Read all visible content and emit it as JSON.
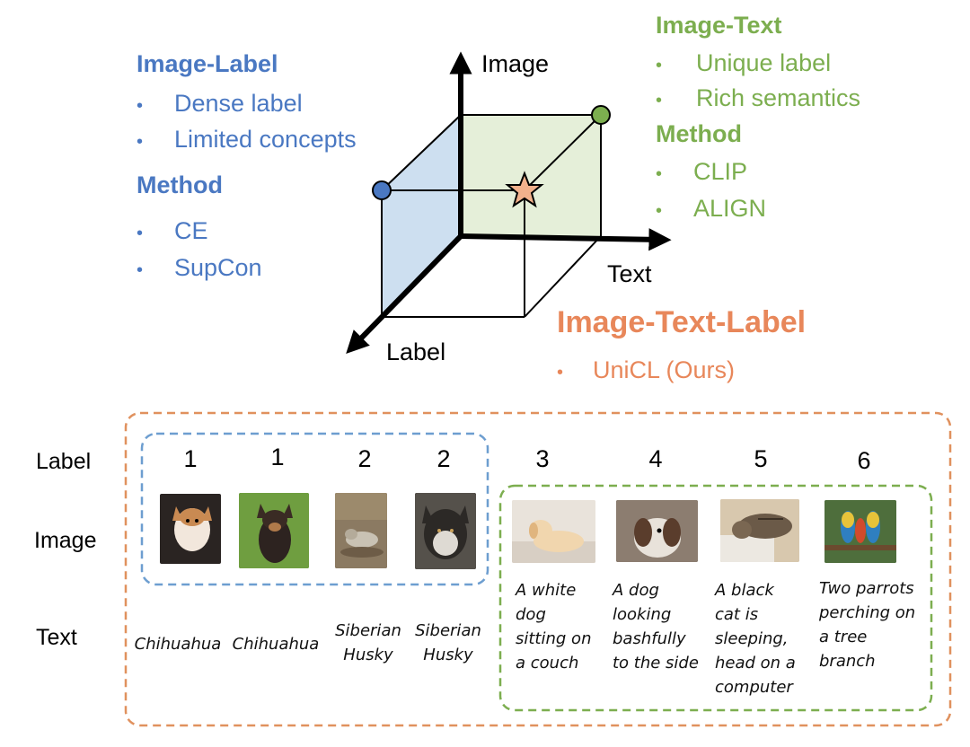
{
  "image_label": {
    "title": "Image-Label",
    "items": [
      "Dense label",
      "Limited concepts"
    ],
    "method_title": "Method",
    "methods": [
      "CE",
      "SupCon"
    ]
  },
  "image_text": {
    "title": "Image-Text",
    "items": [
      "Unique label",
      "Rich semantics"
    ],
    "method_title": "Method",
    "methods": [
      "CLIP",
      "ALIGN"
    ]
  },
  "image_text_label": {
    "title": "Image-Text-Label",
    "items": [
      "UniCL (Ours)"
    ]
  },
  "axes": {
    "image": "Image",
    "text": "Text",
    "label": "Label"
  },
  "colors": {
    "blue": "#4a78c2",
    "green": "#7cae4f",
    "orange": "#e8875a"
  },
  "bullet": "•",
  "rows": {
    "label": "Label",
    "image": "Image",
    "text": "Text"
  },
  "samples": [
    {
      "label": "1",
      "text": [
        "Chihuahua"
      ]
    },
    {
      "label": "1",
      "text": [
        "Chihuahua"
      ]
    },
    {
      "label": "2",
      "text": [
        "Siberian",
        "Husky"
      ]
    },
    {
      "label": "2",
      "text": [
        "Siberian",
        "Husky"
      ]
    },
    {
      "label": "3",
      "text": [
        "A white",
        "dog",
        "sitting on",
        "a couch"
      ]
    },
    {
      "label": "4",
      "text": [
        "A dog",
        "looking",
        "bashfully",
        "to the side"
      ]
    },
    {
      "label": "5",
      "text": [
        "A black",
        "cat is",
        "sleeping,",
        "head on a",
        "computer"
      ]
    },
    {
      "label": "6",
      "text": [
        "Two parrots",
        "perching on",
        "a tree",
        "branch"
      ]
    }
  ]
}
